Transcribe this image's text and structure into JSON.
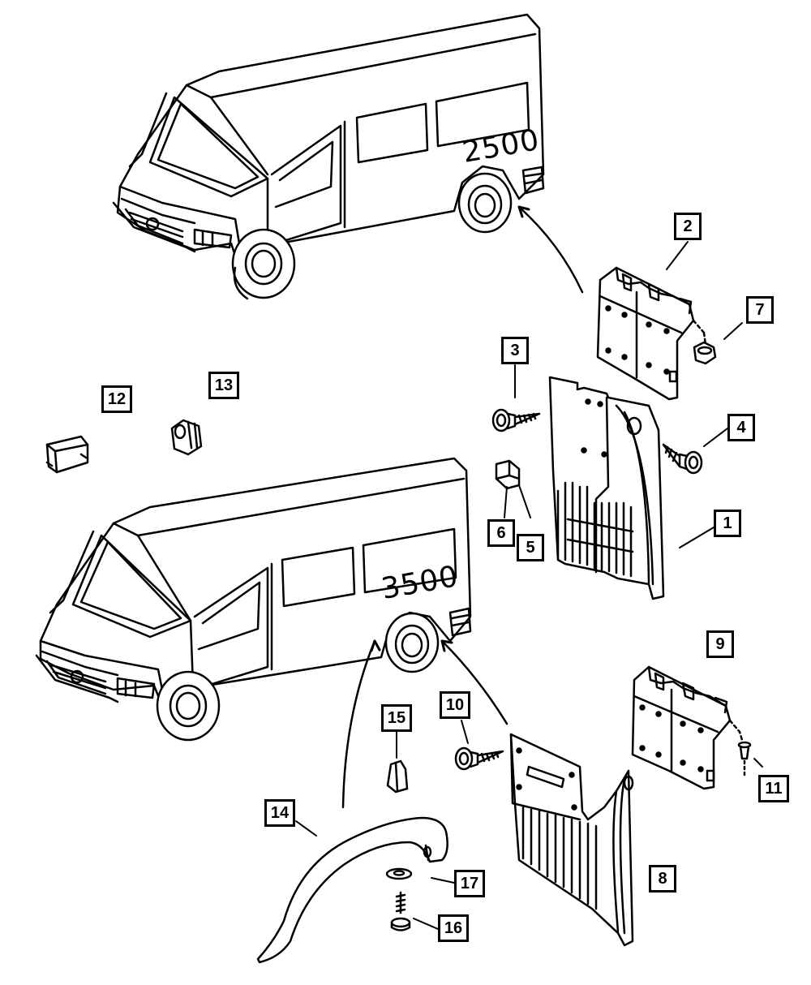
{
  "models": {
    "upper": "2500",
    "lower": "3500"
  },
  "callouts": {
    "c1": "1",
    "c2": "2",
    "c3": "3",
    "c4": "4",
    "c5": "5",
    "c6": "6",
    "c7": "7",
    "c8": "8",
    "c9": "9",
    "c10": "10",
    "c11": "11",
    "c12": "12",
    "c13": "13",
    "c14": "14",
    "c15": "15",
    "c16": "16",
    "c17": "17"
  }
}
